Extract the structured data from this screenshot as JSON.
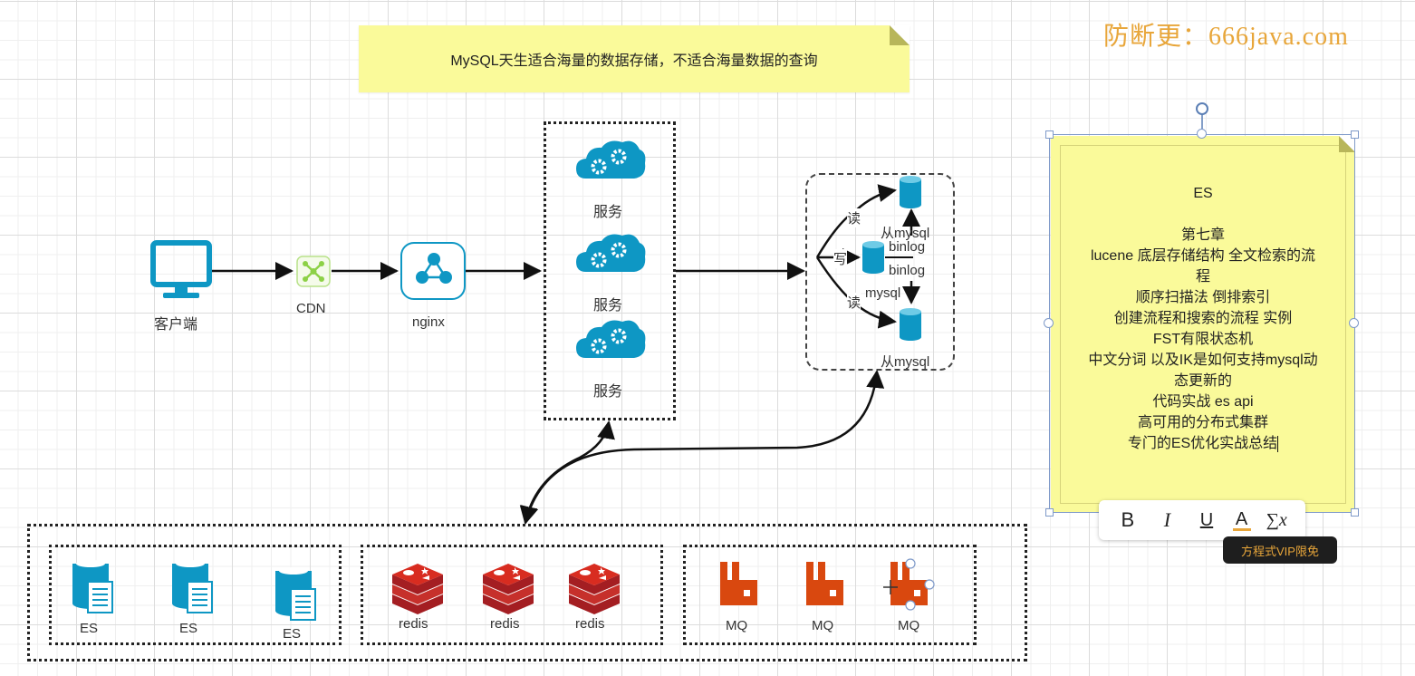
{
  "watermark": "防断更：666java.com",
  "top_note": "MySQL天生适合海量的数据存储，不适合海量数据的查询",
  "nodes": {
    "client": "客户端",
    "cdn": "CDN",
    "nginx": "nginx",
    "services": [
      "服务",
      "服务",
      "服务"
    ]
  },
  "mysql_cluster": {
    "read_top": "读",
    "write": "写",
    "read_bottom": "读",
    "slave_top": "从mysql",
    "binlog_top": "binlog",
    "binlog_bottom": "binlog",
    "master": "mysql",
    "slave_bottom": "从mysql"
  },
  "storage": {
    "es": [
      "ES",
      "ES",
      "ES"
    ],
    "redis": [
      "redis",
      "redis",
      "redis"
    ],
    "mq": [
      "MQ",
      "MQ",
      "MQ"
    ]
  },
  "es_note": {
    "title": "ES",
    "lines": [
      "第七章",
      "lucene 底层存储结构 全文检索的流",
      "程",
      "顺序扫描法 倒排索引",
      "创建流程和搜索的流程 实例",
      "FST有限状态机",
      "中文分词 以及IK是如何支持mysql动",
      "态更新的",
      "代码实战 es api",
      "高可用的分布式集群",
      "专门的ES优化实战总结"
    ]
  },
  "format_toolbar": {
    "bold": "B",
    "italic": "I",
    "underline": "U",
    "font_color": "A",
    "formula": "∑x",
    "tooltip": "方程式VIP限免"
  },
  "colors": {
    "icon_blue": "#0e97c4",
    "cdn_green": "#8dd146",
    "redis_red": "#c6302b",
    "mq_orange": "#d9480f",
    "note_yellow": "#fafa9a",
    "watermark": "#e8a63a"
  }
}
